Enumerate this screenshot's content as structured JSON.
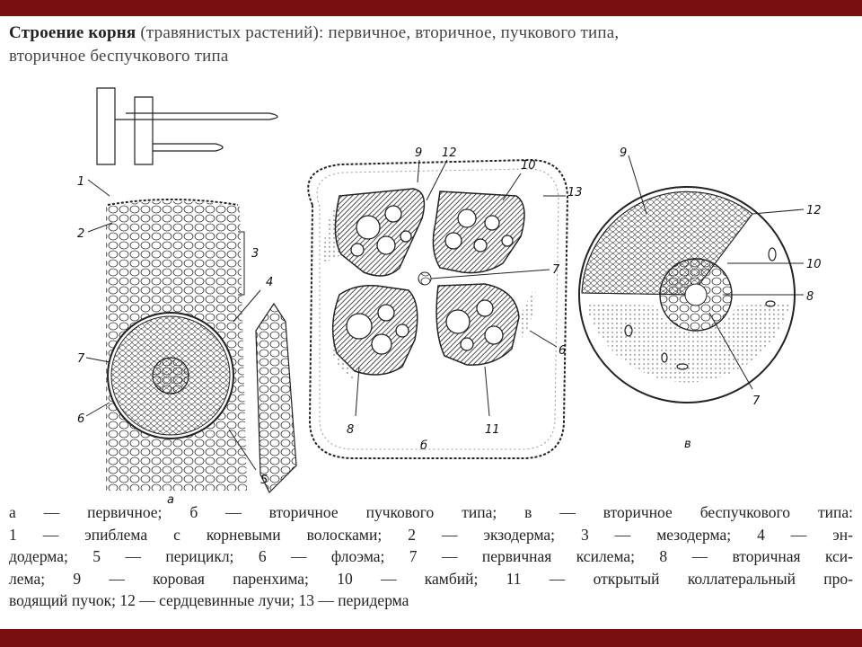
{
  "title": {
    "bold": "Строение корня",
    "rest_line1": " (травянистых растений): первичное, вторичное, пучкового типа,",
    "rest_line2": "вторичное беспучкового типа"
  },
  "figure": {
    "panel_letters": {
      "a": "а",
      "b": "б",
      "c": "в"
    },
    "labels_a": [
      "1",
      "2",
      "3",
      "4",
      "5",
      "6",
      "7"
    ],
    "labels_b": [
      "9",
      "12",
      "10",
      "13",
      "7",
      "6",
      "8",
      "11"
    ],
    "labels_c": [
      "9",
      "12",
      "10",
      "8",
      "7"
    ]
  },
  "caption": {
    "lines": [
      "а — первичное; б — вторичное пучкового типа; в — вторичное беспучкового типа:",
      "1 — эпиблема с корневыми волосками; 2 — экзодерма; 3 — мезодерма; 4 — эн-",
      "додерма; 5 — перицикл; 6 — флоэма; 7 — первичная ксилема; 8 — вторичная кси-",
      "лема; 9 — коровая паренхима; 10 — камбий; 11 — открытый коллатеральный про-",
      "водящий пучок; 12 — сердцевинные лучи; 13 — перидерма"
    ]
  },
  "colors": {
    "frame": "#7a0f0f",
    "background": "#ffffff",
    "ink": "#222222"
  }
}
